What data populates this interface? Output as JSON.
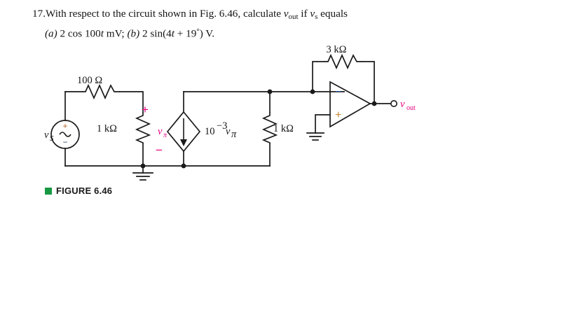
{
  "problem": {
    "number": "17.",
    "line1_a": "With respect to the circuit shown in Fig. 6.46, calculate ",
    "line1_vout": "v",
    "line1_vout_sub": "out",
    "line1_b": " if ",
    "line1_vs": "v",
    "line1_vs_sub": "s",
    "line1_c": " equals",
    "part_a_label": "(a)",
    "part_a_text": " 2 cos 100",
    "part_a_var": "t",
    "part_a_units": " mV; ",
    "part_b_label": "(b)",
    "part_b_text": " 2 sin(4",
    "part_b_var": "t",
    "part_b_text2": " + 19",
    "part_b_deg": "°",
    "part_b_units": ") V."
  },
  "figure": {
    "caption": "FIGURE 6.46",
    "marker_color": "#179845"
  },
  "circuit": {
    "title": "Small-signal transistor model driving an inverting op-amp stage",
    "source": {
      "name": "vs",
      "label_var": "v",
      "label_sub": "s",
      "type": "ac-voltage-source",
      "plus": "+",
      "minus": "−",
      "waveform": "sine"
    },
    "r_series": {
      "value": "100",
      "unit": "Ω",
      "label": "100 Ω"
    },
    "r_pi": {
      "value": "1",
      "unit": "kΩ",
      "label": "1 kΩ"
    },
    "v_pi": {
      "label_var": "v",
      "label_sub": "π",
      "plus": "+",
      "minus": "−",
      "color": "#e4007f"
    },
    "dep_source": {
      "type": "dependent-current-source",
      "gain": "10",
      "gain_exp": "−3",
      "control_var": "v",
      "control_sub": "π",
      "label": "10−3vπ",
      "direction": "down"
    },
    "r_load": {
      "value": "1",
      "unit": "kΩ",
      "label": "1 kΩ"
    },
    "r_feedback": {
      "value": "3",
      "unit": "kΩ",
      "label": "3 kΩ"
    },
    "opamp": {
      "inverting_sign": "−",
      "noninverting_sign": "+",
      "inverting_color": "#2f5fa8",
      "noninverting_color": "#c98b3a"
    },
    "output": {
      "label_var": "v",
      "label_sub": "out",
      "color": "#e4007f",
      "terminal": "open-circle"
    },
    "grounds": [
      "ground-main",
      "ground-opamp-noninverting"
    ]
  }
}
